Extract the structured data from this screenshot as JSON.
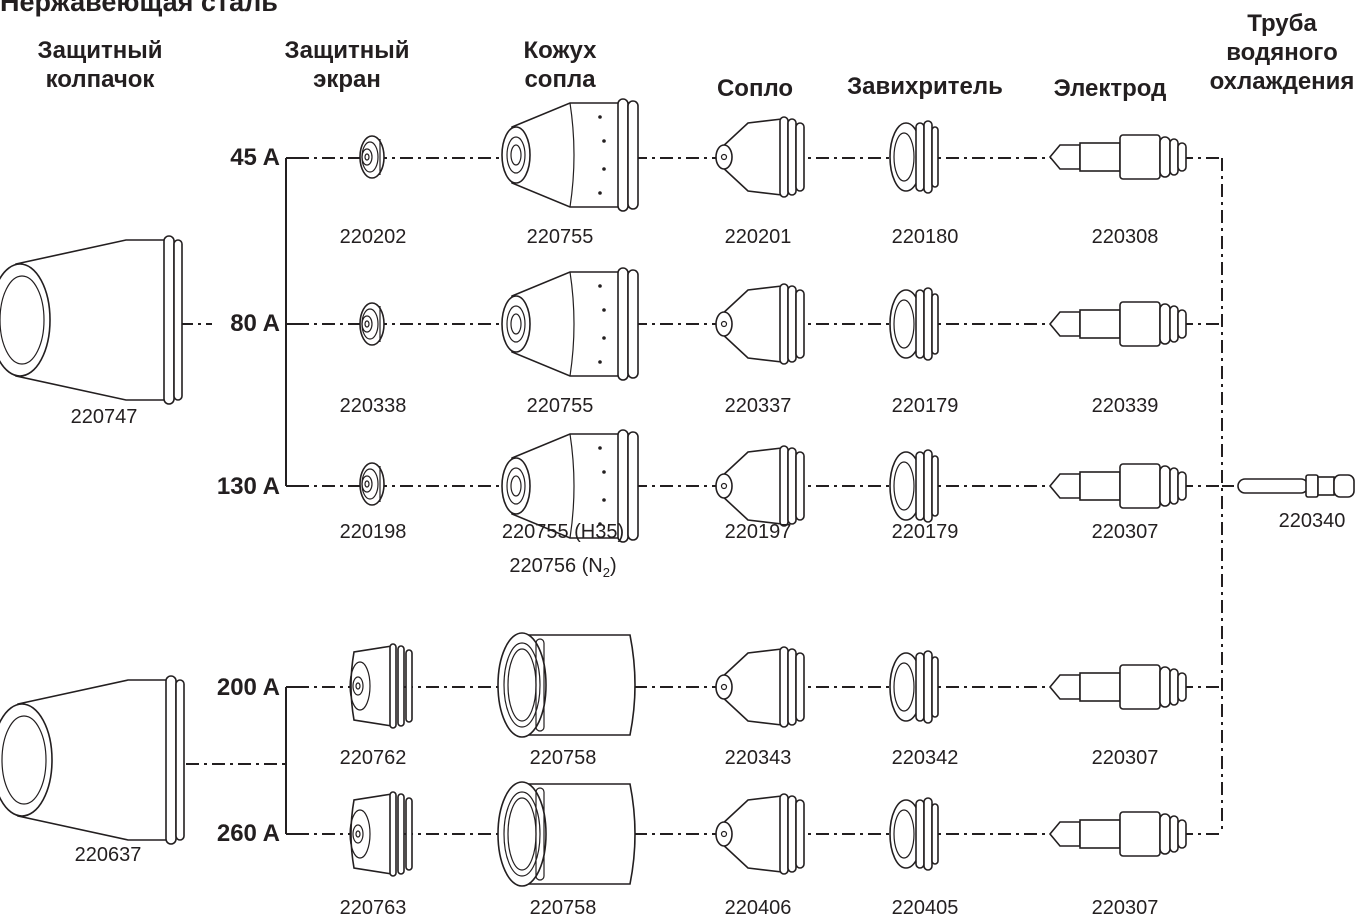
{
  "title": "Нержавеющая сталь",
  "columns": {
    "retaining_cap": [
      "Защитный",
      "колпачок"
    ],
    "shield": [
      "Защитный",
      "экран"
    ],
    "nozzle_retaining_cap": [
      "Кожух",
      "сопла"
    ],
    "nozzle": [
      "Сопло"
    ],
    "swirl_ring": [
      "Завихритель"
    ],
    "electrode": [
      "Электрод"
    ],
    "water_tube": [
      "Труба",
      "водяного",
      "охлаждения"
    ]
  },
  "currents": [
    "45 A",
    "80 A",
    "130 A",
    "200 A",
    "260 A"
  ],
  "caps": [
    "220747",
    "220637"
  ],
  "rows": [
    {
      "shield": "220202",
      "cap": "220755",
      "nozzle": "220201",
      "swirl": "220180",
      "electrode": "220308"
    },
    {
      "shield": "220338",
      "cap": "220755",
      "nozzle": "220337",
      "swirl": "220179",
      "electrode": "220339"
    },
    {
      "shield": "220198",
      "cap": "220755 (H35)",
      "cap2": "220756 (N",
      "cap2_sub": "2",
      "cap2_end": ")",
      "nozzle": "220197",
      "swirl": "220179",
      "electrode": "220307"
    },
    {
      "shield": "220762",
      "cap": "220758",
      "nozzle": "220343",
      "swirl": "220342",
      "electrode": "220307"
    },
    {
      "shield": "220763",
      "cap": "220758",
      "nozzle": "220406",
      "swirl": "220405",
      "electrode": "220307"
    }
  ],
  "water_tube": "220340"
}
